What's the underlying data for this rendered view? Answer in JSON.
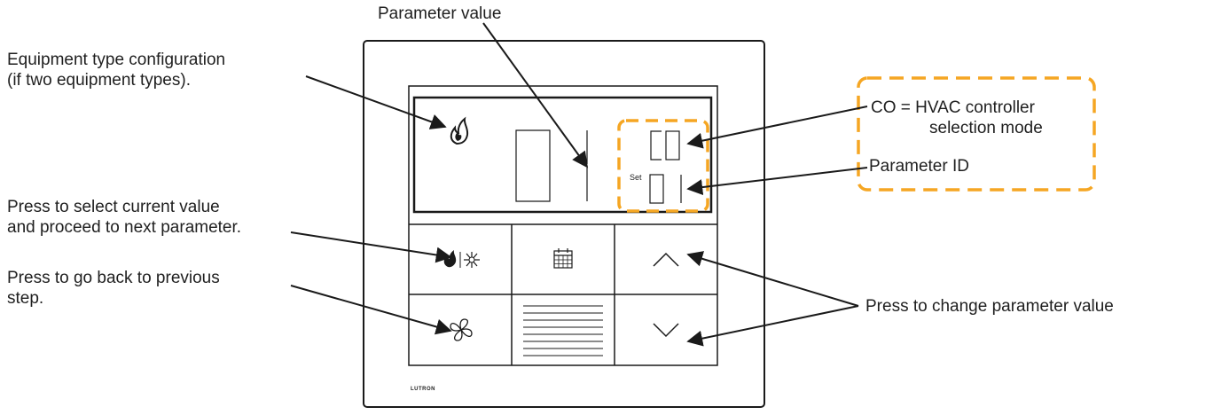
{
  "labels": {
    "parameter_value": "Parameter value",
    "equipment_type_line1": "Equipment type configuration",
    "equipment_type_line2": "(if two equipment types).",
    "co_line1": "CO = HVAC controller",
    "co_line2": "selection mode",
    "parameter_id": "Parameter ID",
    "select_line1": "Press to select current value",
    "select_line2": "and proceed to next parameter.",
    "back_line1": "Press to go back to previous",
    "back_line2": "step.",
    "change_value": "Press to change parameter value"
  },
  "device": {
    "brand": "LUTRON",
    "set_label": "Set",
    "display_value": "01",
    "display_param_code": "CO",
    "display_param_id": "01"
  },
  "icons": {
    "equipment": "flame-icon",
    "mode_button": "flame-snowflake-icon",
    "schedule_button": "calendar-icon",
    "fan_button": "fan-icon",
    "menu_button": "lines-icon",
    "up_button": "chevron-up-icon",
    "down_button": "chevron-down-icon"
  },
  "colors": {
    "highlight": "#F5A623",
    "line": "#1a1a1a"
  }
}
